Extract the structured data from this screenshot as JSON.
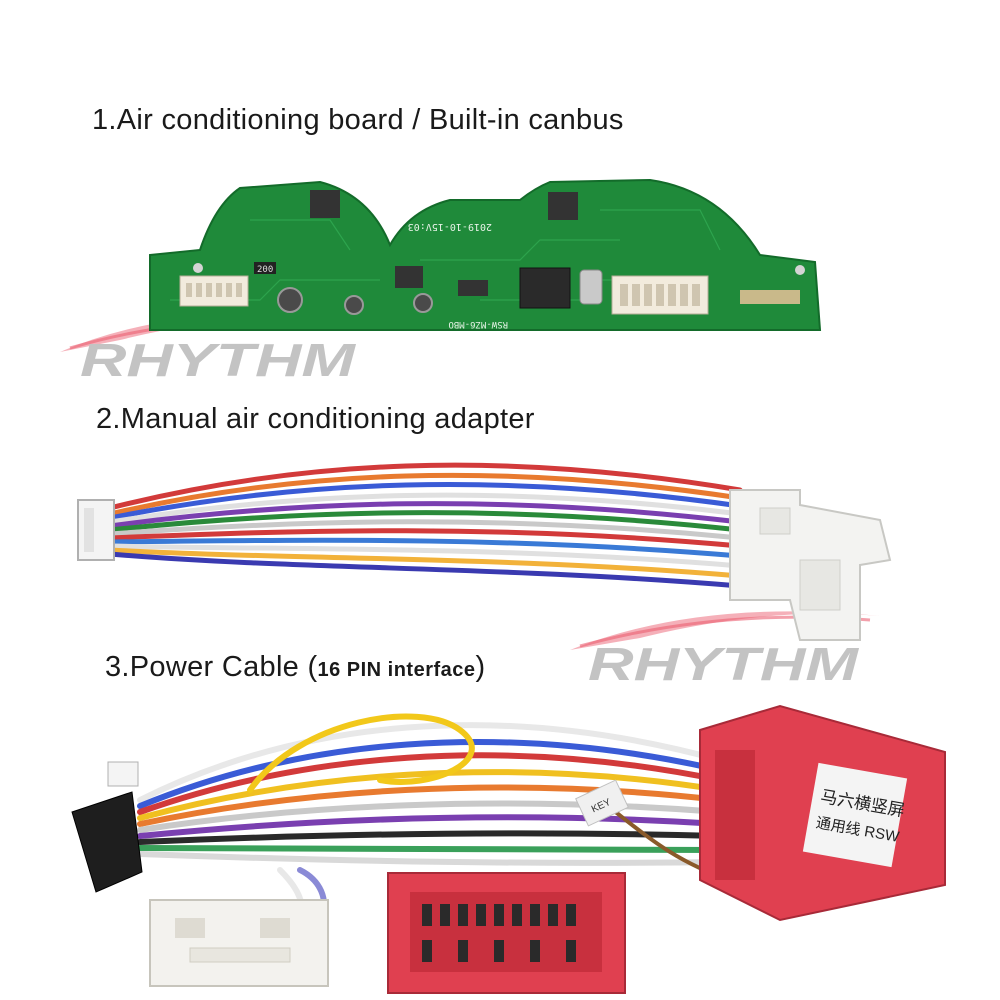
{
  "headings": {
    "section1": "1.Air conditioning board / Built-in canbus",
    "section2": "2.Manual air conditioning adapter",
    "section3_main": "3.Power Cable",
    "section3_open": "(",
    "section3_detail": "16 PIN interface",
    "section3_close": ")"
  },
  "watermark": {
    "brand": "RHYTHM",
    "color": "#e8455a"
  },
  "board": {
    "date_code": "2019-10-15V:03",
    "part_code": "RSW-MZ6-MBO",
    "resistor_code": "200",
    "pcb_color": "#1f8a3a"
  },
  "cable": {
    "key_tag": "KEY",
    "label_line1": "马六横竖屏",
    "label_line2": "通用线 RSW",
    "housing_color": "#e04050"
  }
}
